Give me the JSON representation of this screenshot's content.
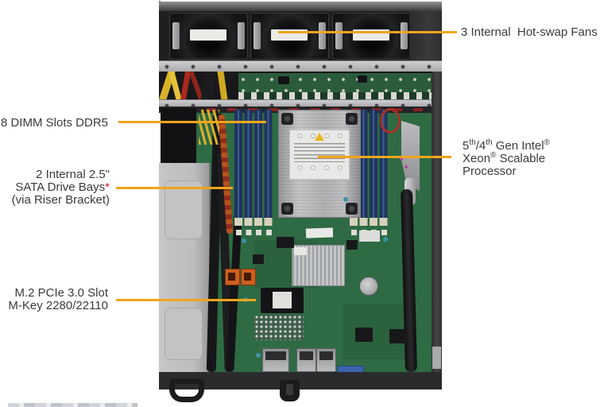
{
  "style": {
    "accent_color": "#F0A51D",
    "label_color": "#3B3B3B",
    "star_color": "#CB2026"
  },
  "callouts": {
    "fans": {
      "text": "3 Internal  Hot-swap Fans"
    },
    "dimm": {
      "text": "8 DIMM Slots DDR5"
    },
    "cpu": {
      "l1_num1": "5",
      "l1_sup1": "th",
      "l1_mid": "/4",
      "l1_sup2": "th",
      "l1_rest": " Gen Intel",
      "l1_reg": "®",
      "l2_name": "Xeon",
      "l2_reg": "®",
      "l2_rest": " Scalable Processor"
    },
    "sata": {
      "line1": "2 Internal 2.5\"",
      "line2": "SATA Drive Bays",
      "star": "*",
      "line3": "(via Riser Bracket)"
    },
    "m2": {
      "line1": "M.2 PCIe 3.0 Slot",
      "line2": "M-Key 2280/22110"
    }
  }
}
